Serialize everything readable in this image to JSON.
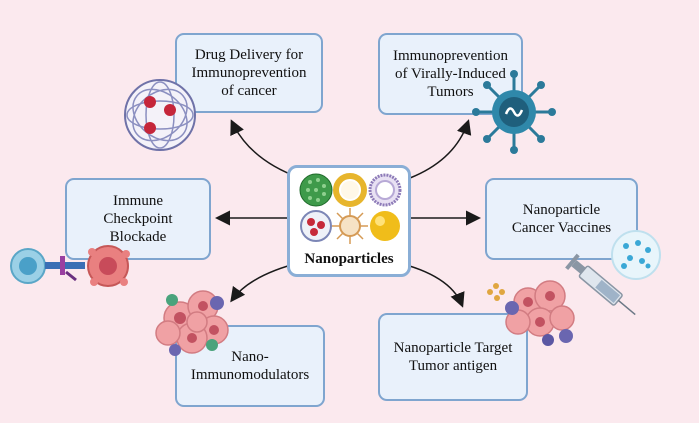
{
  "center": {
    "label": "Nanoparticles"
  },
  "boxes": {
    "drug_delivery": "Drug Delivery for\nImmunoprevention\nof cancer",
    "virally_induced": "Immunoprevention\nof Virally-Induced\nTumors",
    "checkpoint": "Immune\nCheckpoint\nBlockade",
    "vaccines": "Nanoparticle\nCancer Vaccines",
    "immunomodulators": "Nano-\nImmunomodulators",
    "target_antigen": "Nanoparticle Target\nTumor antigen"
  },
  "colors": {
    "background": "#fbe9ee",
    "box_fill": "#e9f1fb",
    "box_border": "#7fa5cf",
    "arrow": "#1a1a1a"
  }
}
